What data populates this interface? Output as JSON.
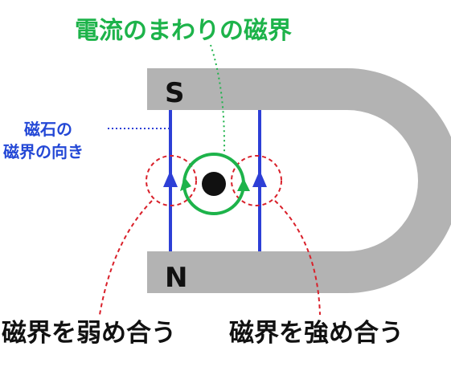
{
  "title": "電流のまわりの磁界",
  "magnet": {
    "south_label": "S",
    "north_label": "N",
    "body_color": "#b3b3b3"
  },
  "magnet_field_label": {
    "line1": "磁石の",
    "line2": "磁界の向き"
  },
  "weaken_label": "磁界を弱め合う",
  "strengthen_label": "磁界を強め合う",
  "colors": {
    "title_green": "#1db34a",
    "field_blue": "#2d3fd6",
    "circle_red": "#d9202a",
    "text_black": "#111111",
    "label_blue": "#2448d6"
  },
  "icons": {
    "current_wire": "black-dot-wire-icon",
    "field_arrow": "triangle-arrow-icon"
  }
}
